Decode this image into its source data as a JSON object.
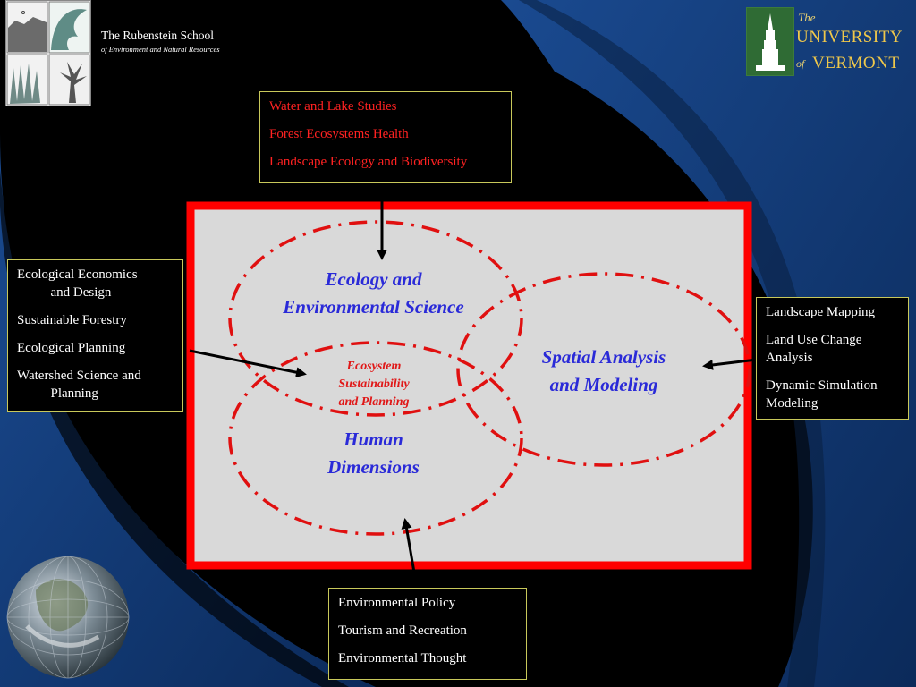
{
  "header": {
    "school_name": "The Rubenstein School",
    "school_subtitle": "of Environment and Natural Resources",
    "university_the": "The",
    "university_name": "UNIVERSITY",
    "university_of": "of",
    "university_state": "VERMONT"
  },
  "diagram": {
    "ecology_label": "Ecology and\nEnvironmental Science",
    "spatial_label": "Spatial Analysis\nand Modeling",
    "human_label": "Human\nDimensions",
    "center_label": "Ecosystem\nSustainability\nand Planning"
  },
  "top_box": {
    "items": [
      "Water and Lake Studies",
      "Forest Ecosystems Health",
      "Landscape Ecology and Biodiversity"
    ]
  },
  "left_box": {
    "items": [
      "Ecological Economics\n          and Design",
      "Sustainable Forestry",
      "Ecological Planning",
      "Watershed Science and\n          Planning"
    ]
  },
  "right_box": {
    "items": [
      "Landscape Mapping",
      "Land Use Change\nAnalysis",
      "Dynamic Simulation\nModeling"
    ]
  },
  "bottom_box": {
    "items": [
      "Environmental Policy",
      "Tourism and Recreation",
      "Environmental Thought"
    ]
  },
  "colors": {
    "frame_red": "#ff0000",
    "panel_gray": "#d9d9d9",
    "label_blue": "#2a2ad8",
    "box_border": "#c8c85a"
  }
}
